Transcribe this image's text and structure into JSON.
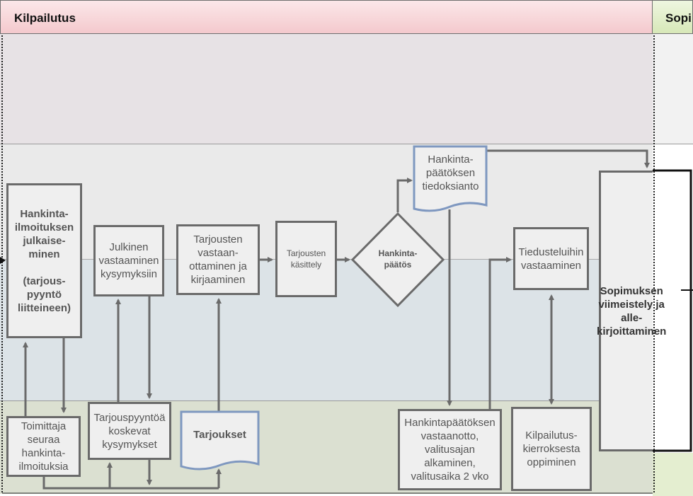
{
  "headers": {
    "left": "Kilpailutus",
    "right": "Sopi"
  },
  "nodes": {
    "julkaiseminen": "Hankinta-\nilmoituksen\njulkaise-\nminen\n\n(tarjous-\npyyntö\nliitteineen)",
    "julkinen": "Julkinen\nvastaaminen\nkysymyksiin",
    "vastaanotto": "Tarjousten\nvastaan-\nottaminen ja\nkirjaaminen",
    "kasittely": "Tarjousten\nkäsittely",
    "paatos": "Hankinta-\npäätös",
    "tiedoksianto": "Hankinta-\npäätöksen\ntiedoksianto",
    "tiedustelu": "Tiedusteluihin\nvastaaminen",
    "sopimus": "Sopimuksen\nviimeistely ja\nalle-\nkirjoittaminen",
    "toimittaja": "Toimittaja\nseuraa\nhankinta-\nilmoituksia",
    "kysymykset": "Tarjouspyyntöä\nkoskevat\nkysymykset",
    "tarjoukset": "Tarjoukset",
    "paatoksen_vastaanotto": "Hankintapäätöksen\nvastaanotto,\nvalitusajan\nalkaminen,\nvalitusaika 2 vko",
    "oppiminen": "Kilpailutus-\nkierroksesta\noppiminen"
  }
}
